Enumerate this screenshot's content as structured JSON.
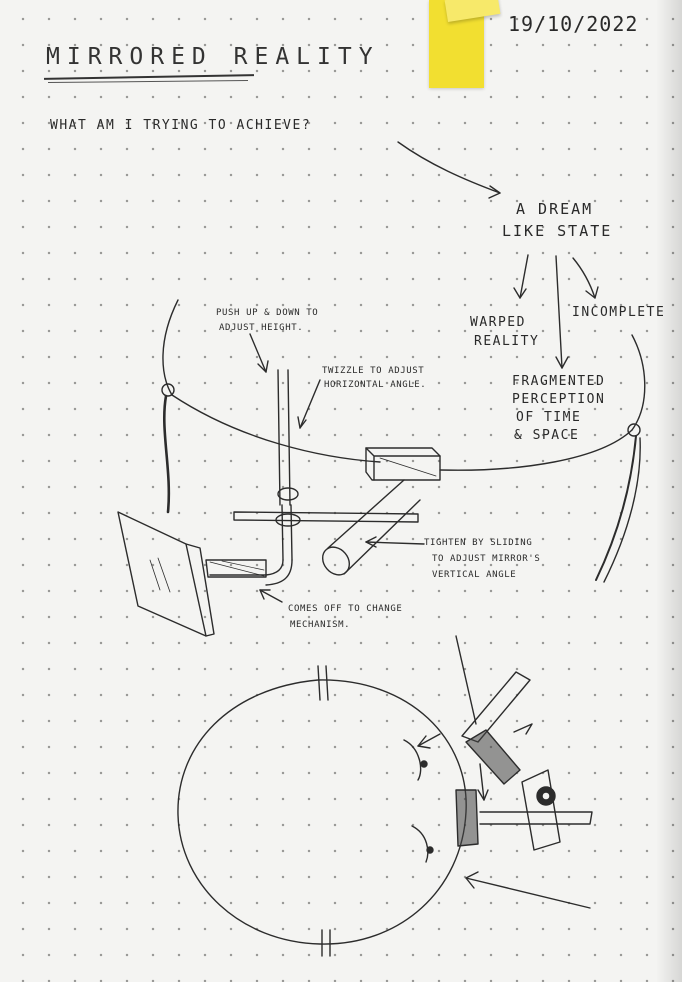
{
  "date": "19/10/2022",
  "title": "MIRRORED REALITY",
  "question": "WHAT AM I TRYING TO ACHIEVE?",
  "goal": {
    "line1": "A DREAM",
    "line2": "LIKE STATE"
  },
  "outcomes": {
    "warped_1": "WARPED",
    "warped_2": "REALITY",
    "incomplete": "INCOMPLETE",
    "fragmented_1": "FRAGMENTED",
    "fragmented_2": "PERCEPTION",
    "fragmented_3": "OF TIME",
    "fragmented_4": "& SPACE"
  },
  "annotations": {
    "push_1": "PUSH UP & DOWN TO",
    "push_2": "ADJUST HEIGHT.",
    "twizzle_1": "TWIZZLE TO ADJUST",
    "twizzle_2": "HORIZONTAL ANGLE.",
    "tighten_1": "TIGHTEN BY SLIDING",
    "tighten_2": "TO ADJUST MIRROR'S",
    "tighten_3": "VERTICAL ANGLE",
    "comes_1": "COMES OFF TO CHANGE",
    "comes_2": "MECHANISM."
  },
  "colors": {
    "paper": "#f4f4f2",
    "ink": "#2c2c2c",
    "sticky_note": "#f2df30"
  }
}
